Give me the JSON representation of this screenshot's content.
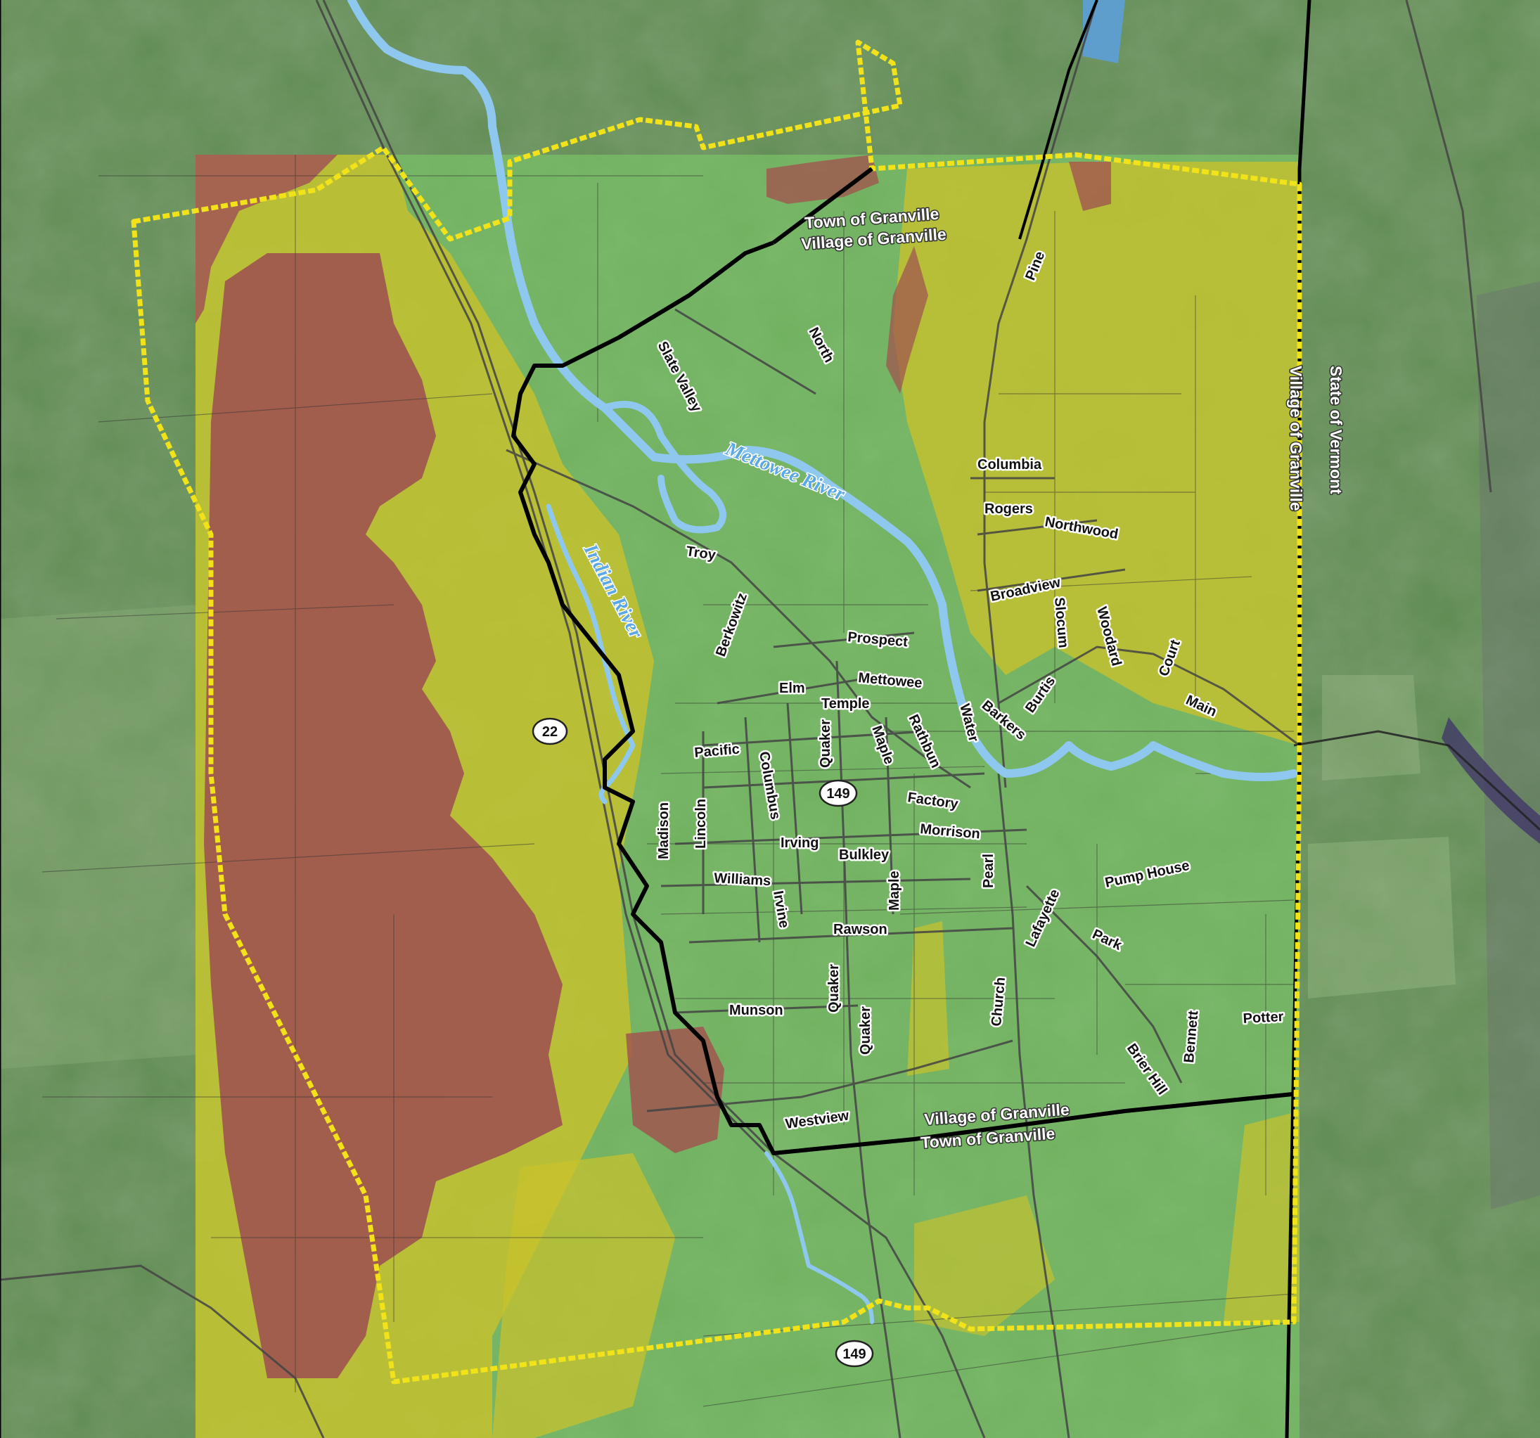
{
  "colors": {
    "aerial_dark": "#3f6a3a",
    "aerial_light": "#6e9a5c",
    "zone_brown": "#9c5a52",
    "zone_yellow": "#b8bf2a",
    "zone_green": "#7ed069",
    "river": "#8ec8ee",
    "boundary_yellow": "#f2e21a",
    "boundary_black": "#000000"
  },
  "labels": {
    "town_north": "Town of Granville",
    "village_north": "Village of Granville",
    "village_south": "Village of Granville",
    "town_south": "Town of Granville",
    "state": "State of Vermont",
    "village_east": "Village of Granville",
    "river_mettowee": "Mettowee River",
    "river_indian": "Indian River"
  },
  "shields": {
    "route_22": "22",
    "route_149_center": "149",
    "route_149_south": "149"
  },
  "streets": {
    "pine": "Pine",
    "north": "North",
    "slate_valley": "Slate Valley",
    "columbia": "Columbia",
    "rogers": "Rogers",
    "northwood": "Northwood",
    "troy": "Troy",
    "broadview": "Broadview",
    "slocum": "Slocum",
    "woodard": "Woodard",
    "berkowitz": "Berkowitz",
    "prospect": "Prospect",
    "court": "Court",
    "mettowee": "Mettowee",
    "elm": "Elm",
    "temple": "Temple",
    "burtis": "Burtis",
    "main": "Main",
    "barkers": "Barkers",
    "water": "Water",
    "rathbun": "Rathbun",
    "pacific": "Pacific",
    "quaker_n": "Quaker",
    "maple_n": "Maple",
    "columbus": "Columbus",
    "factory": "Factory",
    "madison": "Madison",
    "lincoln": "Lincoln",
    "morrison": "Morrison",
    "irving": "Irving",
    "bulkley": "Bulkley",
    "pearl": "Pearl",
    "pump_house": "Pump House",
    "williams": "Williams",
    "maple_s": "Maple",
    "irvine": "Irvine",
    "lafayette": "Lafayette",
    "rawson": "Rawson",
    "park": "Park",
    "munson": "Munson",
    "quaker_s": "Quaker",
    "quaker_s2": "Quaker",
    "church": "Church",
    "bennett": "Bennett",
    "potter": "Potter",
    "brier_hill": "Brier Hill",
    "westview": "Westview"
  }
}
